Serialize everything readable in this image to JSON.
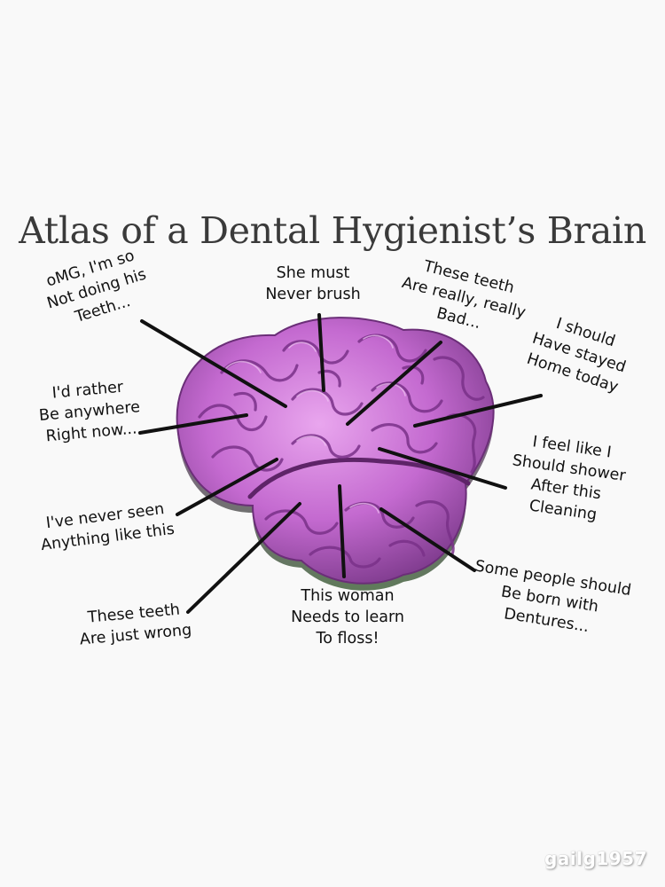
{
  "title": "Atlas of a Dental Hygienist’s Brain",
  "brain_color": "#c46ad0",
  "labels": [
    {
      "id": "omg",
      "lines": [
        "oMG, I'm so",
        "Not doing his",
        "Teeth..."
      ]
    },
    {
      "id": "never-brush",
      "lines": [
        "She must",
        "Never brush"
      ]
    },
    {
      "id": "really-bad",
      "lines": [
        "These teeth",
        "Are really, really",
        "Bad..."
      ]
    },
    {
      "id": "stayed-home",
      "lines": [
        "I should",
        "Have stayed",
        "Home today"
      ]
    },
    {
      "id": "anywhere",
      "lines": [
        "I'd rather",
        "Be anywhere",
        "Right now..."
      ]
    },
    {
      "id": "shower",
      "lines": [
        "I feel like I",
        "Should shower",
        "After this",
        "Cleaning"
      ]
    },
    {
      "id": "never-seen",
      "lines": [
        "I've never seen",
        "Anything like this"
      ]
    },
    {
      "id": "dentures",
      "lines": [
        "Some people should",
        "Be born with",
        "Dentures..."
      ]
    },
    {
      "id": "just-wrong",
      "lines": [
        "These teeth",
        "Are just wrong"
      ]
    },
    {
      "id": "floss",
      "lines": [
        "This woman",
        "Needs to learn",
        "To floss!"
      ]
    }
  ],
  "watermark": "gailg1957"
}
